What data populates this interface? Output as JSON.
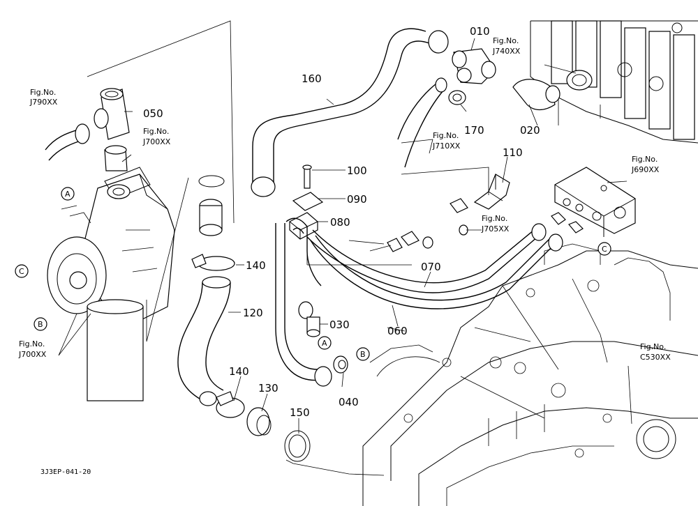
{
  "labels": [
    {
      "id": "160",
      "text": "160"
    },
    {
      "id": "010",
      "text": "010"
    },
    {
      "id": "050",
      "text": "050"
    },
    {
      "id": "170",
      "text": "170"
    },
    {
      "id": "020",
      "text": "020"
    },
    {
      "id": "100",
      "text": "100"
    },
    {
      "id": "110",
      "text": "110"
    },
    {
      "id": "090",
      "text": "090"
    },
    {
      "id": "080",
      "text": "080"
    },
    {
      "id": "140a",
      "text": "140"
    },
    {
      "id": "140b",
      "text": "140"
    },
    {
      "id": "120",
      "text": "120"
    },
    {
      "id": "070",
      "text": "070"
    },
    {
      "id": "030",
      "text": "030"
    },
    {
      "id": "060",
      "text": "060"
    },
    {
      "id": "040",
      "text": "040"
    },
    {
      "id": "130",
      "text": "130"
    },
    {
      "id": "150",
      "text": "150"
    }
  ],
  "fig_refs": [
    {
      "id": "j790",
      "line1": "Fig.No.",
      "line2": "J790XX"
    },
    {
      "id": "j700a",
      "line1": "Fig.No.",
      "line2": "J700XX"
    },
    {
      "id": "j740",
      "line1": "Fig.No.",
      "line2": "J740XX"
    },
    {
      "id": "j710",
      "line1": "Fig.No.",
      "line2": "J710XX"
    },
    {
      "id": "j690",
      "line1": "Fig.No.",
      "line2": "J690XX"
    },
    {
      "id": "j705",
      "line1": "Fig.No.",
      "line2": "J705XX"
    },
    {
      "id": "j700b",
      "line1": "Fig.No.",
      "line2": "J700XX"
    },
    {
      "id": "c530",
      "line1": "Fig.No.",
      "line2": "C530XX"
    }
  ],
  "circle_markers": [
    {
      "id": "a1",
      "text": "A"
    },
    {
      "id": "c1",
      "text": "C"
    },
    {
      "id": "b1",
      "text": "B"
    },
    {
      "id": "a2",
      "text": "A"
    },
    {
      "id": "b2",
      "text": "B"
    },
    {
      "id": "c2",
      "text": "C"
    }
  ],
  "footer": {
    "code": "3J3EP-041-20"
  }
}
